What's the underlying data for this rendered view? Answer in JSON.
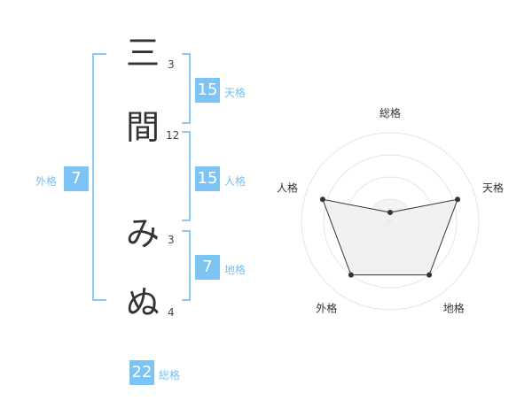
{
  "colors": {
    "accent": "#7cc4f4",
    "accent_text": "#79bff0",
    "bracket": "#8ccbf3",
    "ring": "#e5e5e5",
    "fill": "#efefef",
    "line": "#333333"
  },
  "name_chars": [
    {
      "char": "三",
      "strokes": "3"
    },
    {
      "char": "間",
      "strokes": "12"
    },
    {
      "char": "み",
      "strokes": "3"
    },
    {
      "char": "ぬ",
      "strokes": "4"
    }
  ],
  "kaku": {
    "tenkaku": {
      "value": "15",
      "label": "天格"
    },
    "jinkaku": {
      "value": "15",
      "label": "人格"
    },
    "chikaku": {
      "value": "7",
      "label": "地格"
    },
    "gaikaku": {
      "value": "7",
      "label": "外格"
    },
    "soukaku": {
      "value": "22",
      "label": "総格"
    }
  },
  "chart_data": {
    "type": "radar",
    "axes": [
      "総格",
      "天格",
      "地格",
      "外格",
      "人格"
    ],
    "values": [
      0.1,
      0.8,
      0.75,
      0.75,
      0.8
    ],
    "rings": 4
  }
}
